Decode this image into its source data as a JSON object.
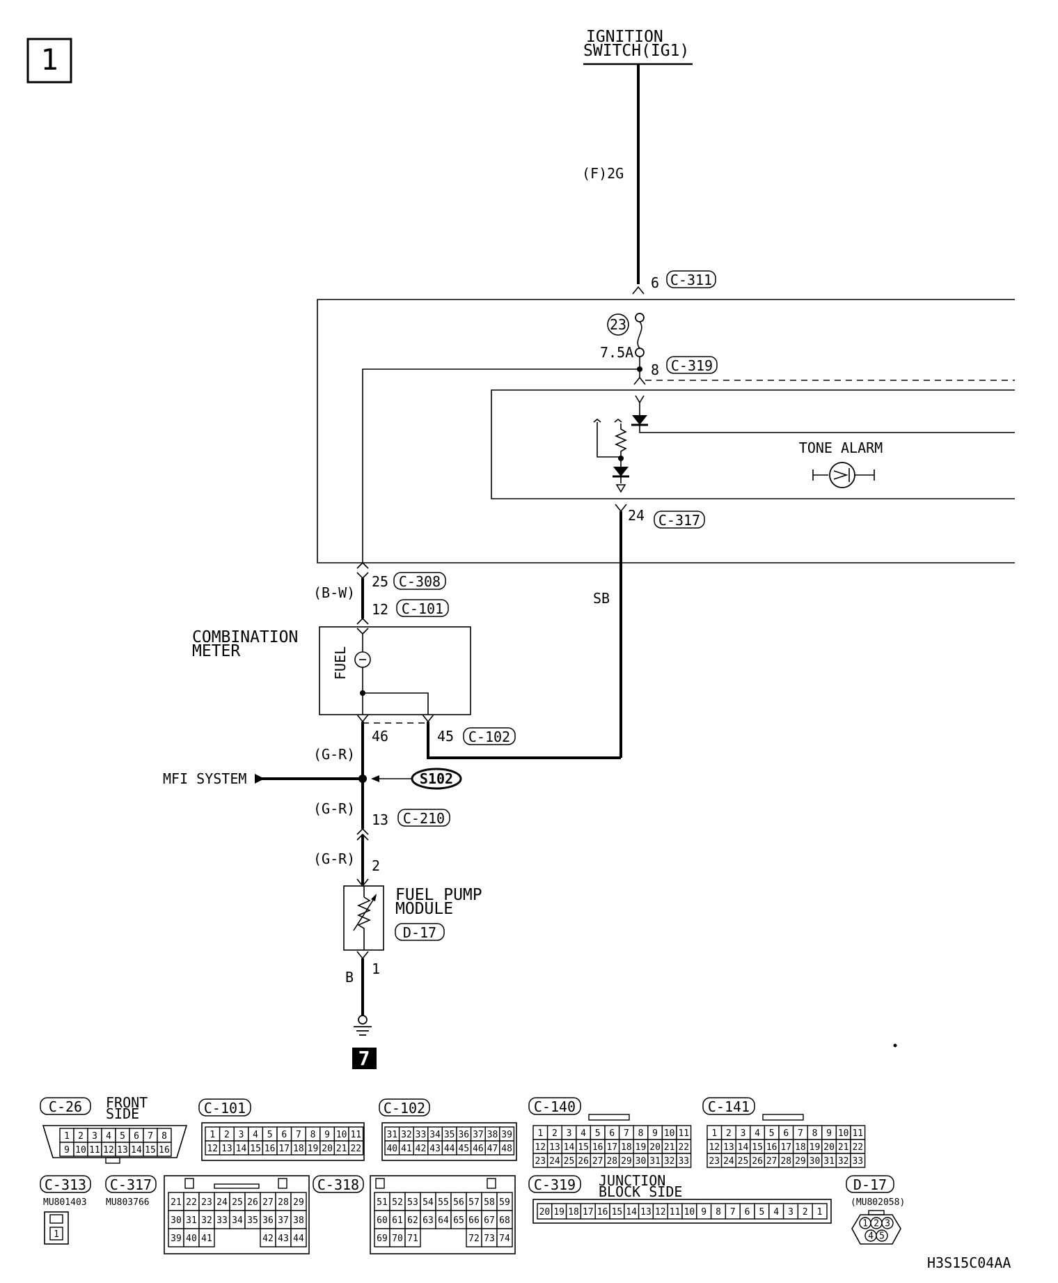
{
  "page_number": "1",
  "page_ref": "7",
  "drawing_code": "H3S15C04AA",
  "labels": {
    "ignition_1": "IGNITION",
    "ignition_2": "SWITCH(IG1)",
    "wire_f2g": "(F)2G",
    "pin_6": "6",
    "c311": "C-311",
    "fuse_num": "23",
    "fuse_rating": "7.5A",
    "pin_8": "8",
    "c319": "C-319",
    "tone_alarm": "TONE ALARM",
    "pin_24": "24",
    "c317": "C-317",
    "pin_25": "25",
    "c308": "C-308",
    "wire_bw": "(B-W)",
    "pin_12": "12",
    "c101": "C-101",
    "wire_sb": "SB",
    "comb_1": "COMBINATION",
    "comb_2": "METER",
    "fuel": "FUEL",
    "pin_46": "46",
    "pin_45": "45",
    "c102": "C-102",
    "wire_gr1": "(G-R)",
    "mfi": "MFI SYSTEM",
    "s102": "S102",
    "wire_gr2": "(G-R)",
    "pin_13": "13",
    "c210": "C-210",
    "wire_gr3": "(G-R)",
    "pin_2": "2",
    "fpm_1": "FUEL PUMP",
    "fpm_2": "MODULE",
    "d17": "D-17",
    "wire_b": "B",
    "pin_1": "1"
  },
  "connectors": {
    "c26": {
      "name": "C-26",
      "note_1": "FRONT",
      "note_2": "SIDE",
      "row1": [
        "1",
        "2",
        "3",
        "4",
        "5",
        "6",
        "7",
        "8"
      ],
      "row2": [
        "9",
        "10",
        "11",
        "12",
        "13",
        "14",
        "15",
        "16"
      ]
    },
    "c101": {
      "name": "C-101",
      "row1": [
        "1",
        "2",
        "3",
        "4",
        "5",
        "6",
        "7",
        "8",
        "9",
        "10",
        "11"
      ],
      "row2": [
        "12",
        "13",
        "14",
        "15",
        "16",
        "17",
        "18",
        "19",
        "20",
        "21",
        "22"
      ]
    },
    "c102": {
      "name": "C-102",
      "row1": [
        "31",
        "32",
        "33",
        "34",
        "35",
        "36",
        "37",
        "38",
        "39"
      ],
      "row2": [
        "40",
        "41",
        "42",
        "43",
        "44",
        "45",
        "46",
        "47",
        "48"
      ]
    },
    "c140": {
      "name": "C-140",
      "row1": [
        "1",
        "2",
        "3",
        "4",
        "5",
        "6",
        "7",
        "8",
        "9",
        "10",
        "11"
      ],
      "row2": [
        "12",
        "13",
        "14",
        "15",
        "16",
        "17",
        "18",
        "19",
        "20",
        "21",
        "22"
      ],
      "row3": [
        "23",
        "24",
        "25",
        "26",
        "27",
        "28",
        "29",
        "30",
        "31",
        "32",
        "33"
      ]
    },
    "c141": {
      "name": "C-141",
      "row1": [
        "1",
        "2",
        "3",
        "4",
        "5",
        "6",
        "7",
        "8",
        "9",
        "10",
        "11"
      ],
      "row2": [
        "12",
        "13",
        "14",
        "15",
        "16",
        "17",
        "18",
        "19",
        "20",
        "21",
        "22"
      ],
      "row3": [
        "23",
        "24",
        "25",
        "26",
        "27",
        "28",
        "29",
        "30",
        "31",
        "32",
        "33"
      ]
    },
    "c313": {
      "name": "C-313",
      "part": "MU801403",
      "pin": "1"
    },
    "c317": {
      "name": "C-317",
      "part": "MU803766",
      "row1": [
        "21",
        "22",
        "23",
        "24",
        "25",
        "26",
        "27",
        "28",
        "29"
      ],
      "row2": [
        "30",
        "31",
        "32",
        "33",
        "34",
        "35",
        "36",
        "37",
        "38"
      ],
      "row3": [
        "39",
        "40",
        "41",
        "",
        "",
        "",
        "42",
        "43",
        "44"
      ]
    },
    "c318": {
      "name": "C-318",
      "row1": [
        "51",
        "52",
        "53",
        "54",
        "55",
        "56",
        "57",
        "58",
        "59"
      ],
      "row2": [
        "60",
        "61",
        "62",
        "63",
        "64",
        "65",
        "66",
        "67",
        "68"
      ],
      "row3": [
        "69",
        "70",
        "71",
        "",
        "",
        "",
        "72",
        "73",
        "74"
      ]
    },
    "c319": {
      "name": "C-319",
      "note_1": "JUNCTION",
      "note_2": "BLOCK SIDE",
      "row1": [
        "20",
        "19",
        "18",
        "17",
        "16",
        "15",
        "14",
        "13",
        "12",
        "11",
        "10",
        "9",
        "8",
        "7",
        "6",
        "5",
        "4",
        "3",
        "2",
        "1"
      ]
    },
    "d17": {
      "name": "D-17",
      "part": "(MU802058)",
      "pins": [
        "1",
        "2",
        "3",
        "4",
        "5"
      ]
    }
  }
}
